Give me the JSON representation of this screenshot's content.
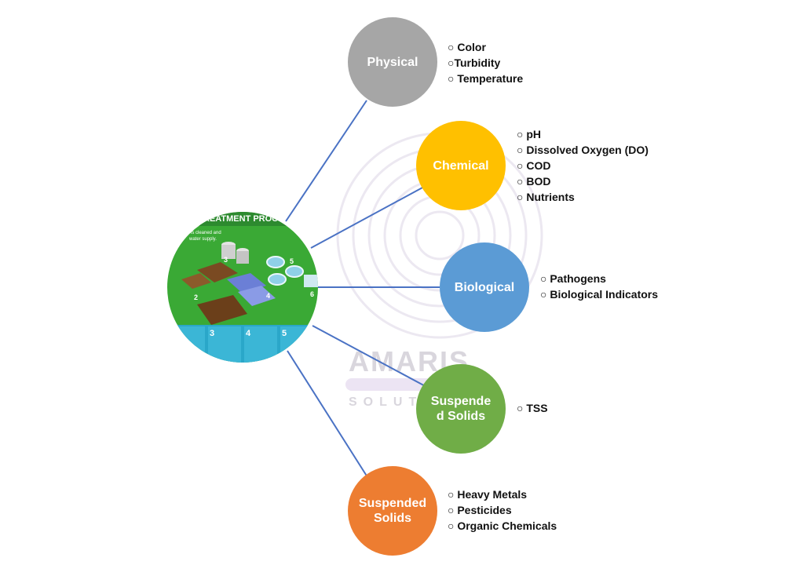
{
  "colors": {
    "connector": "#4a72c4",
    "physical": "#a6a6a6",
    "chemical": "#ffc000",
    "biological": "#5b9bd5",
    "suspended_solids_green": "#70ad47",
    "suspended_solids_orange": "#ed7d31",
    "hub_grass": "#3aa935"
  },
  "hub": {
    "banner_text": "REATMENT PROC",
    "caption": "is cleaned and\nwater supply.",
    "step_numbers": [
      "2",
      "3",
      "4",
      "5",
      "6"
    ],
    "panel_numbers": [
      "3",
      "4",
      "5"
    ]
  },
  "nodes": [
    {
      "label": "Physical",
      "color": "#a6a6a6",
      "bullets": [
        "○ Color",
        "○Turbidity",
        "○ Temperature"
      ]
    },
    {
      "label": "Chemical",
      "color": "#ffc000",
      "bullets": [
        "○ pH",
        "○ Dissolved Oxygen (DO)",
        "○ COD",
        "○ BOD",
        "○ Nutrients"
      ]
    },
    {
      "label": "Biological",
      "color": "#5b9bd5",
      "bullets": [
        "○ Pathogens",
        "○ Biological Indicators"
      ]
    },
    {
      "label": "Suspende\nd Solids",
      "color": "#70ad47",
      "bullets": [
        "○ TSS"
      ]
    },
    {
      "label": "Suspended\nSolids",
      "color": "#ed7d31",
      "bullets": [
        "○ Heavy Metals",
        "○ Pesticides",
        "○ Organic Chemicals"
      ]
    }
  ],
  "watermark": {
    "brand": "AMARIS",
    "sub": "SOLUT"
  }
}
